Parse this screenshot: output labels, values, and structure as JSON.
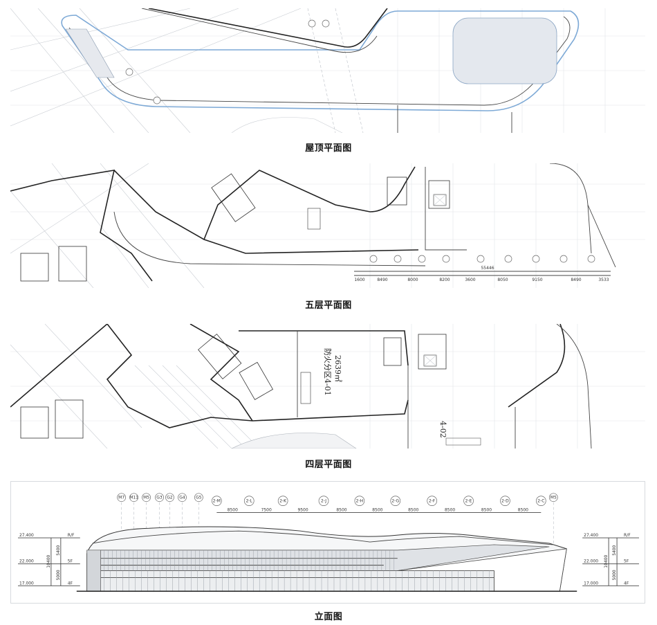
{
  "captions": {
    "roof": "屋顶平面图",
    "fifth": "五层平面图",
    "fourth": "四层平面图",
    "elevation": "立面图"
  },
  "fourth_plan": {
    "zone_name": "防火分区4-01",
    "zone_area": "2639㎡",
    "zone_2": "4-02"
  },
  "fifth_plan": {
    "dimensions": [
      "1600",
      "8490",
      "8000",
      "8200",
      "3600",
      "8050",
      "9150",
      "8490",
      "3533"
    ],
    "total": "55446"
  },
  "elevation": {
    "axes": [
      "M7",
      "M11",
      "M5",
      "G3",
      "G2",
      "G4",
      "G5",
      "2-M",
      "2-L",
      "2-K",
      "2-J",
      "2-H",
      "2-G",
      "2-F",
      "2-E",
      "2-D",
      "2-C",
      "M5"
    ],
    "spans": [
      "8500",
      "7500",
      "9500",
      "8500",
      "8500",
      "8500",
      "8500",
      "8500",
      "8500"
    ],
    "levels_left": [
      {
        "elev": "27.400",
        "name": "R/F"
      },
      {
        "elev": "22.000",
        "name": "5F"
      },
      {
        "elev": "17.000",
        "name": "4F"
      }
    ],
    "levels_right": [
      {
        "elev": "27.400",
        "name": "R/F"
      },
      {
        "elev": "22.000",
        "name": "5F"
      },
      {
        "elev": "17.000",
        "name": "4F"
      }
    ],
    "heights": [
      "5400",
      "5000"
    ],
    "total_height": "10400"
  }
}
